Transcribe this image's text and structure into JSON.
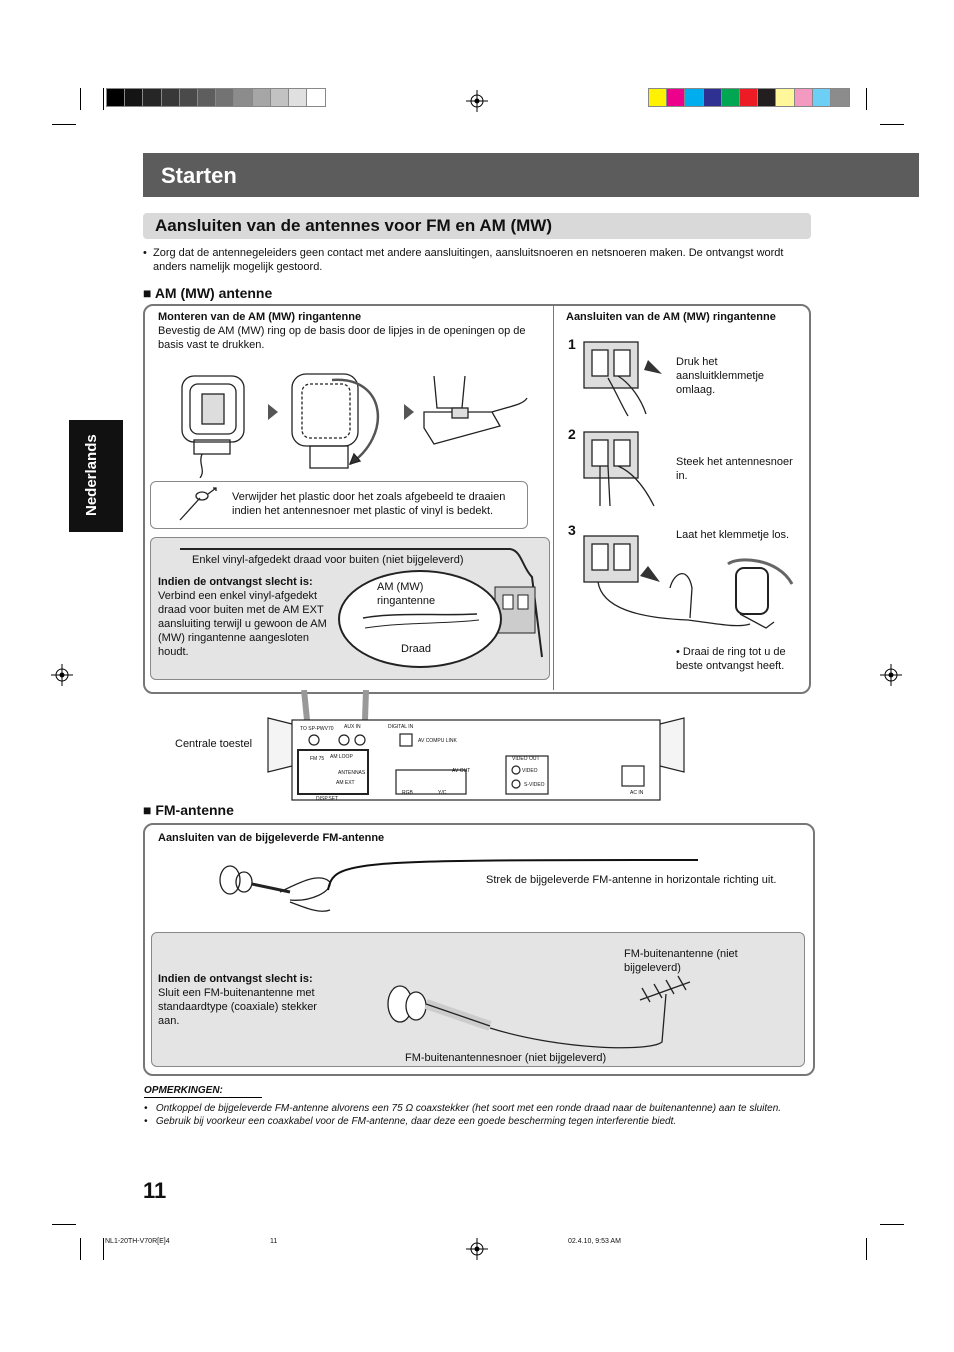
{
  "header": {
    "title": "Starten"
  },
  "section": {
    "title": "Aansluiten van de antennes voor FM en AM (MW)"
  },
  "side_tab": {
    "label": "Nederlands"
  },
  "intro": {
    "bullet": "Zorg dat de antennegeleiders geen contact met andere aansluitingen, aansluitsnoeren en netsnoeren maken. De ontvangst wordt anders namelijk mogelijk gestoord."
  },
  "am": {
    "heading": "■ AM (MW) antenne",
    "mount_title": "Monteren van de AM (MW) ringantenne",
    "mount_text": "Bevestig de AM (MW) ring op de basis door de lipjes in de openingen op de basis vast te drukken.",
    "plastic_note": "Verwijder het plastic door het zoals afgebeeld te draaien indien het antennesnoer met plastic of vinyl is bedekt.",
    "wire_label": "Enkel vinyl-afgedekt draad voor buiten (niet bijgeleverd)",
    "weak_title": "Indien de ontvangst slecht is:",
    "weak_text": "Verbind een enkel vinyl-afgedekt draad voor buiten met de AM EXT aansluiting terwijl u gewoon de AM (MW) ringantenne aangesloten houdt.",
    "ring_label": "AM (MW) ringantenne",
    "draad_label": "Draad",
    "connect_title": "Aansluiten van de AM (MW) ringantenne",
    "steps": [
      {
        "num": "1",
        "text": "Druk het aansluitklemmetje omlaag."
      },
      {
        "num": "2",
        "text": "Steek het antennesnoer in."
      },
      {
        "num": "3",
        "text": "Laat het klemmetje los."
      }
    ],
    "rotate_note": "• Draai de ring tot u de beste ontvangst heeft."
  },
  "unit": {
    "label": "Centrale toestel",
    "labels": [
      "TO SP-PWV70",
      "AUX IN",
      "DIGITAL IN",
      "AV COMPU LINK",
      "FM 75",
      "AM LOOP",
      "AM EXT",
      "ANTENNAS",
      "DISP.SET",
      "VIDEO OUT",
      "VIDEO",
      "S-VIDEO",
      "AC IN",
      "AV OUT",
      "RGB",
      "Y/C"
    ]
  },
  "fm": {
    "heading": "■ FM-antenne",
    "connect_title": "Aansluiten van de bijgeleverde FM-antenne",
    "stretch_text": "Strek de bijgeleverde FM-antenne in horizontale richting uit.",
    "weak_title": "Indien de ontvangst slecht is:",
    "weak_text": "Sluit een FM-buitenantenne met standaardtype (coaxiale) stekker aan.",
    "outdoor_label": "FM-buitenantenne (niet bijgeleverd)",
    "cable_label": "FM-buitenantennesnoer (niet bijgeleverd)"
  },
  "notes": {
    "title": "OPMERKINGEN:",
    "items": [
      "Ontkoppel de bijgeleverde FM-antenne alvorens een 75 Ω coaxstekker (het soort met een ronde draad naar de buitenantenne) aan te sluiten.",
      "Gebruik bij voorkeur een coaxkabel voor de FM-antenne, daar deze een goede bescherming tegen interferentie biedt."
    ]
  },
  "page_number": "11",
  "footer": {
    "file": "NL1-20TH-V70R[E]4",
    "page": "11",
    "date": "02.4.10, 9:53 AM"
  },
  "colors": {
    "gray_swatches": [
      "#000000",
      "#141414",
      "#262626",
      "#383838",
      "#4a4a4a",
      "#5e5e5e",
      "#737373",
      "#8c8c8c",
      "#a6a6a6",
      "#c2c2c2",
      "#e0e0e0",
      "#ffffff"
    ],
    "color_swatches": [
      "#fff200",
      "#ec008c",
      "#00aeef",
      "#2e3192",
      "#00a651",
      "#ed1c24",
      "#231f20",
      "#fff799",
      "#f49ac1",
      "#6dcff6",
      "#8c8c8c"
    ]
  }
}
